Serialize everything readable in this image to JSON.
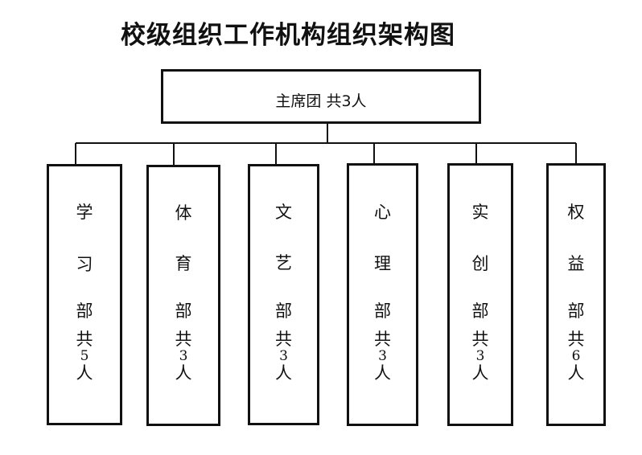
{
  "diagram": {
    "title": "校级组织工作机构组织架构图",
    "root": {
      "label": "主席团 共3人"
    },
    "departments": [
      {
        "name": [
          "学",
          "习",
          "部"
        ],
        "prefix": "共",
        "count": "5",
        "unit": "人"
      },
      {
        "name": [
          "体",
          "育",
          "部"
        ],
        "prefix": "共",
        "count": "3",
        "unit": "人"
      },
      {
        "name": [
          "文",
          "艺",
          "部"
        ],
        "prefix": "共",
        "count": "3",
        "unit": "人"
      },
      {
        "name": [
          "心",
          "理",
          "部"
        ],
        "prefix": "共",
        "count": "3",
        "unit": "人"
      },
      {
        "name": [
          "实",
          "创",
          "部"
        ],
        "prefix": "共",
        "count": "3",
        "unit": "人"
      },
      {
        "name": [
          "权",
          "益",
          "部"
        ],
        "prefix": "共",
        "count": "6",
        "unit": "人"
      }
    ],
    "colors": {
      "line": "#111111",
      "background": "#ffffff"
    }
  }
}
